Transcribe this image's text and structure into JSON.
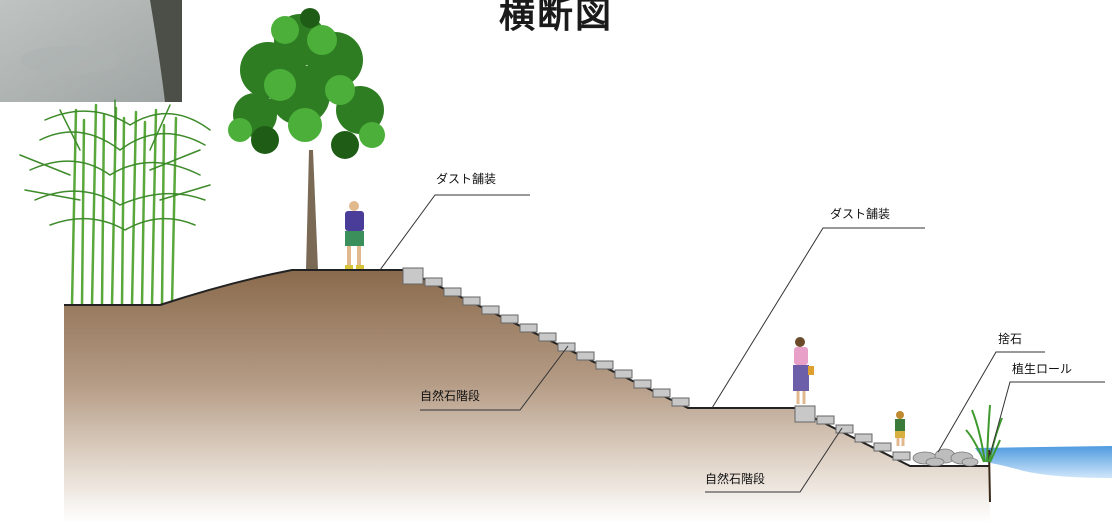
{
  "title": "横断図",
  "labels": {
    "dust_paving_upper": "ダスト舗装",
    "dust_paving_lower": "ダスト舗装",
    "stone_steps_upper": "自然石階段",
    "stone_steps_lower": "自然石階段",
    "stepping_stone": "捨石",
    "vegetation_roll": "植生ロール"
  }
}
